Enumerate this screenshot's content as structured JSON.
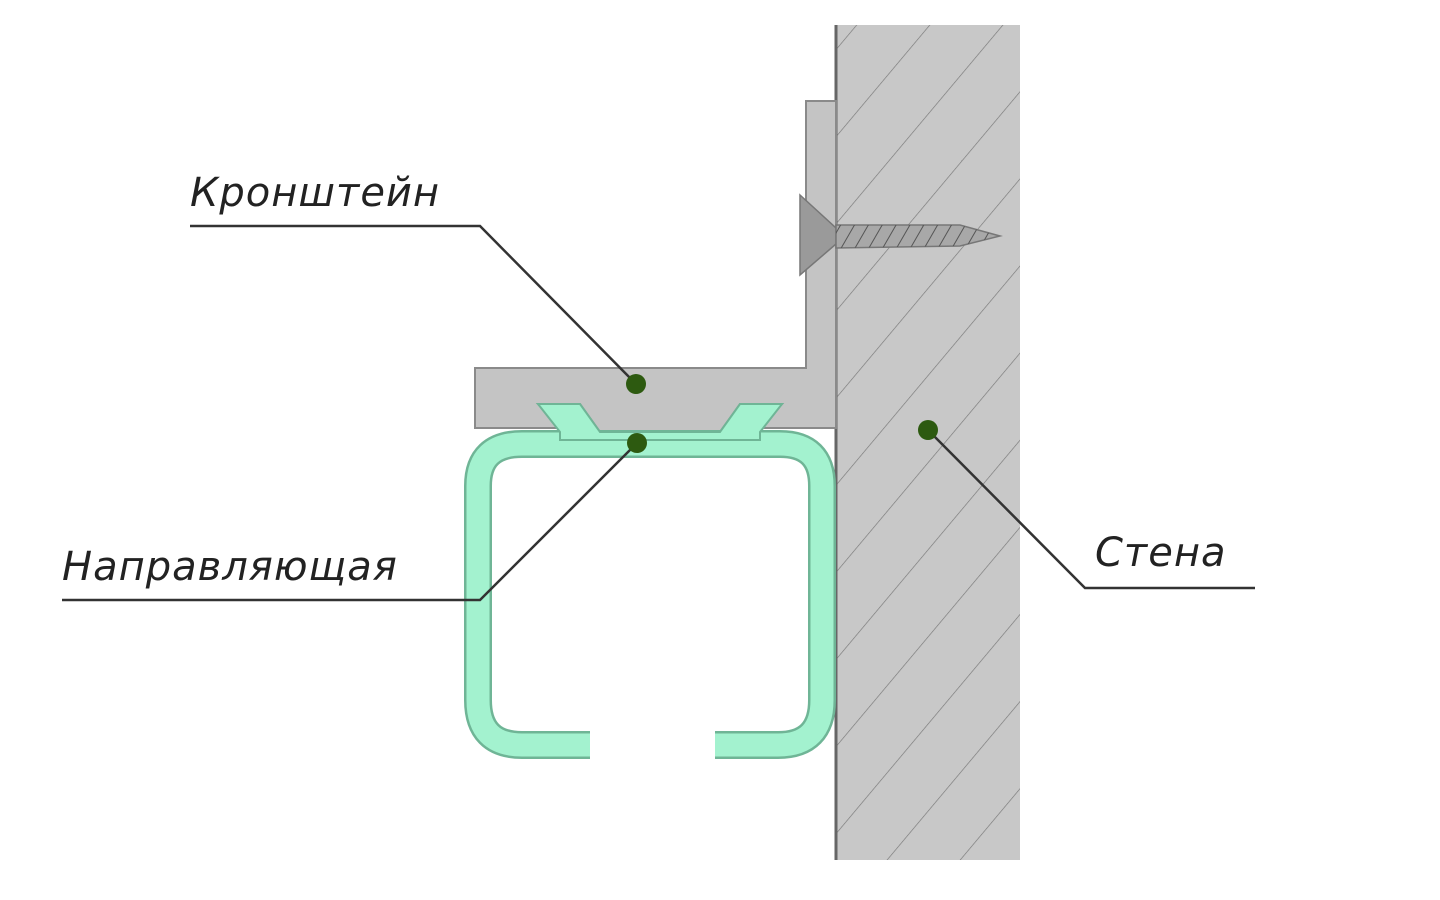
{
  "labels": {
    "bracket": "Кронштейн",
    "rail": "Направляющая",
    "wall": "Стена"
  },
  "colors": {
    "wall": "#c8c8c8",
    "bracket": "#c4c4c4",
    "rail": "#a3f2cf",
    "dot": "#2d5a10",
    "line": "#333333"
  }
}
